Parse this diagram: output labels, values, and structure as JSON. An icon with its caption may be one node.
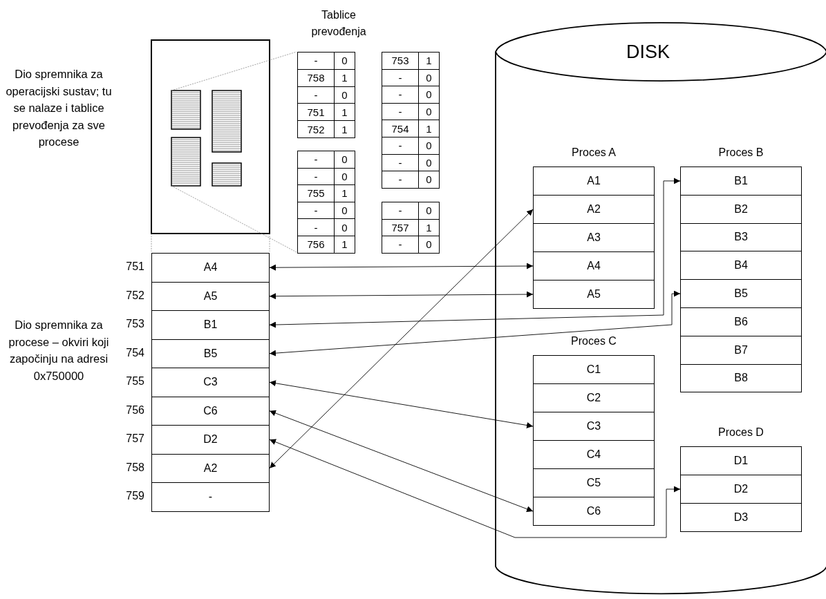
{
  "diagram": {
    "nodes": [
      {
        "text": [
          "A4"
        ],
        "beside": [
          "751"
        ]
      },
      {
        "text": [
          "A5"
        ],
        "beside": [
          "752"
        ]
      },
      {
        "text": [
          "B1"
        ],
        "beside": [
          "753"
        ]
      },
      {
        "text": [
          "B5"
        ],
        "beside": [
          "754"
        ]
      },
      {
        "text": [
          "C3"
        ],
        "beside": [
          "755"
        ]
      },
      {
        "text": [
          "C6"
        ],
        "beside": [
          "756"
        ]
      },
      {
        "text": [
          "D2"
        ],
        "beside": [
          "757"
        ]
      },
      {
        "text": [
          "A2"
        ],
        "beside": [
          "758"
        ]
      },
      {
        "text": [
          "-"
        ],
        "beside": [
          "759"
        ]
      },
      {
        "text": [
          "DISK"
        ]
      },
      {
        "text": [
          "Proces A"
        ],
        "in": 9
      },
      {
        "text": [
          "A1"
        ],
        "in": 10
      },
      {
        "text": [
          "A2"
        ],
        "in": 10
      },
      {
        "text": [
          "A3"
        ],
        "in": 10
      },
      {
        "text": [
          "A4"
        ],
        "in": 10
      },
      {
        "text": [
          "A5"
        ],
        "in": 10
      },
      {
        "text": [
          "Proces B"
        ],
        "in": 9
      },
      {
        "text": [
          "B1"
        ],
        "in": 16
      },
      {
        "text": [
          "B2"
        ],
        "in": 16
      },
      {
        "text": [
          "B3"
        ],
        "in": 16
      },
      {
        "text": [
          "B4"
        ],
        "in": 16
      },
      {
        "text": [
          "B5"
        ],
        "in": 16
      },
      {
        "text": [
          "B6"
        ],
        "in": 16
      },
      {
        "text": [
          "B7"
        ],
        "in": 16
      },
      {
        "text": [
          "B8"
        ],
        "in": 16
      },
      {
        "text": [
          "Proces C"
        ],
        "in": 9
      },
      {
        "text": [
          "C1"
        ],
        "in": 25
      },
      {
        "text": [
          "C2"
        ],
        "in": 25
      },
      {
        "text": [
          "C3"
        ],
        "in": 25
      },
      {
        "text": [
          "C4"
        ],
        "in": 25
      },
      {
        "text": [
          "C5"
        ],
        "in": 25
      },
      {
        "text": [
          "C6"
        ],
        "in": 25
      },
      {
        "text": [
          "Proces D"
        ],
        "in": 9
      },
      {
        "text": [
          "D1"
        ],
        "in": 32
      },
      {
        "text": [
          "D2"
        ],
        "in": 32
      },
      {
        "text": [
          "D3"
        ],
        "in": 32
      }
    ],
    "edges": [
      {
        "from": 0,
        "to": 14,
        "arrow": "both"
      },
      {
        "from": 1,
        "to": 15,
        "arrow": "both"
      },
      {
        "from": 2,
        "to": 17,
        "arrow": "both"
      },
      {
        "from": 3,
        "to": 21,
        "arrow": "both"
      },
      {
        "from": 4,
        "to": 28,
        "arrow": "both"
      },
      {
        "from": 5,
        "to": 31,
        "arrow": "both"
      },
      {
        "from": 6,
        "to": 34,
        "arrow": "both"
      },
      {
        "from": 7,
        "to": 12,
        "arrow": "both"
      }
    ],
    "labels": [
      "Dio spremnika za operacijski sustav; tu se nalaze i tablice prevođenja za sve procese",
      "Tablice prevođenja",
      "-",
      "0",
      "758",
      "1",
      "-",
      "0",
      "751",
      "1",
      "752",
      "1",
      "-",
      "0",
      "-",
      "0",
      "755",
      "1",
      "-",
      "0",
      "-",
      "0",
      "756",
      "1",
      "753",
      "1",
      "-",
      "0",
      "-",
      "0",
      "-",
      "0",
      "754",
      "1",
      "-",
      "0",
      "-",
      "0",
      "-",
      "0",
      "-",
      "0",
      "757",
      "1",
      "-",
      "0",
      "Dio spremnika za procese – okviri koji započinju na adresi 0x750000"
    ]
  }
}
